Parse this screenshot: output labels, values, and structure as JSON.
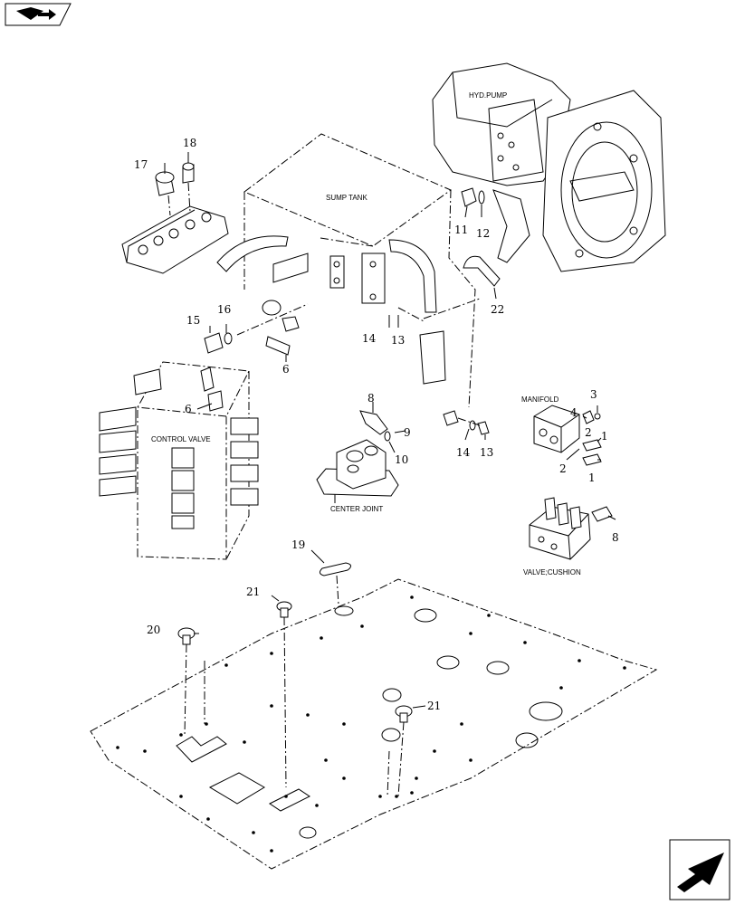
{
  "labels": {
    "hyd_pump": "HYD.PUMP",
    "sump_tank": "SUMP TANK",
    "manifold": "MANIFOLD",
    "control_valve": "CONTROL VALVE",
    "center_joint": "CENTER JOINT",
    "valve_cushion": "VALVE;CUSHION"
  },
  "callouts": {
    "c1a": "1",
    "c1b": "1",
    "c2a": "2",
    "c2b": "2",
    "c3": "3",
    "c4": "4",
    "c6a": "6",
    "c6b": "6",
    "c8a": "8",
    "c8b": "8",
    "c9": "9",
    "c10": "10",
    "c11": "11",
    "c12": "12",
    "c13a": "13",
    "c13b": "13",
    "c14a": "14",
    "c14b": "14",
    "c15": "15",
    "c16": "16",
    "c17": "17",
    "c18": "18",
    "c19": "19",
    "c20": "20",
    "c21a": "21",
    "c21b": "21",
    "c22": "22"
  },
  "icons": {
    "top_left": "book-arrow-icon",
    "bottom_right": "next-page-arrow-icon"
  }
}
